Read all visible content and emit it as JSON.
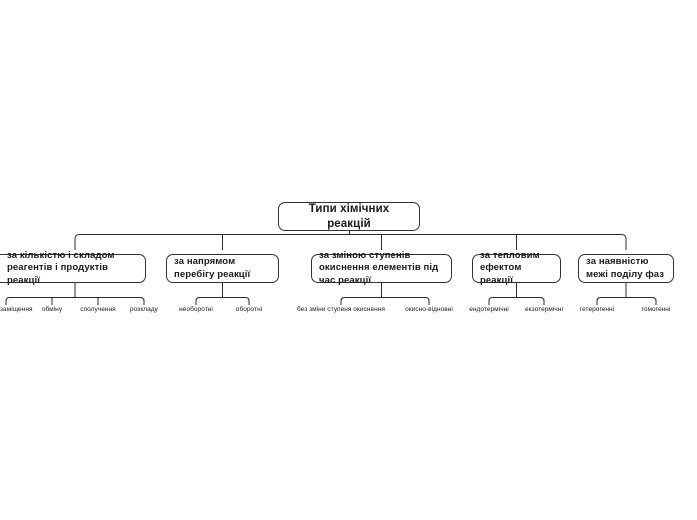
{
  "diagram": {
    "title": "Типи хімічних реакцій",
    "type": "tree",
    "orientation": "top-down",
    "colors": {
      "background": "#ffffff",
      "node_fill": "#ffffff",
      "node_border": "#333333",
      "connector": "#2b2b2b",
      "text": "#1a1a1a"
    },
    "root": {
      "label": "Типи хімічних реакцій"
    },
    "categories": [
      {
        "label": "за кількістю і складом реагентів і продуктів реакції",
        "clipped_left": true,
        "leaves": [
          {
            "label": "заміщення",
            "clipped_left": true
          },
          {
            "label": "обміну"
          },
          {
            "label": "сполучення"
          },
          {
            "label": "розкладу"
          }
        ]
      },
      {
        "label": "за напрямом перебігу реакції",
        "leaves": [
          {
            "label": "необоротні"
          },
          {
            "label": "оборотні"
          }
        ]
      },
      {
        "label": "за зміною ступенів окиснення елементів під час реакції",
        "leaves": [
          {
            "label": "без зміни ступеня окиснення"
          },
          {
            "label": "окисно-відновні"
          }
        ]
      },
      {
        "label": "за тепловим ефектом реакції",
        "leaves": [
          {
            "label": "ендотермічні"
          },
          {
            "label": "екзотермічні"
          }
        ]
      },
      {
        "label": "за наявністю межі поділу фаз",
        "leaves": [
          {
            "label": "гетерогенні"
          },
          {
            "label": "гомогенні"
          }
        ]
      }
    ]
  }
}
